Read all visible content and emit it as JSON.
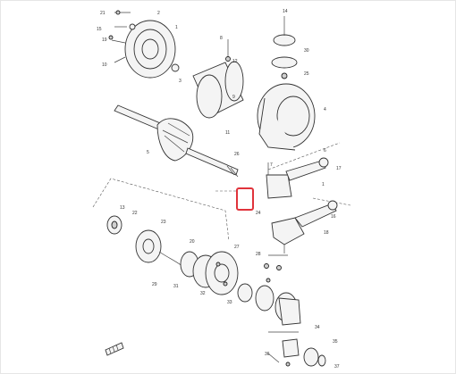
{
  "highlight": {
    "label": "",
    "color": "#e0333b"
  },
  "labels": {
    "l1": "21",
    "l2": "15",
    "l3": "19",
    "l4": "2",
    "l5": "1",
    "l6": "10",
    "l7": "3",
    "l8": "8",
    "l9": "12",
    "l10": "14",
    "l11": "30",
    "l12": "25",
    "l13": "9",
    "l14": "4",
    "l15": "11",
    "l16": "5",
    "l17": "26",
    "l18": "6",
    "l19": "7",
    "l20": "17",
    "l21": "1",
    "l22": "13",
    "l23": "22",
    "l24": "23",
    "l25": "24",
    "l26": "16",
    "l27": "18",
    "l28": "20",
    "l29": "27",
    "l30": "28",
    "l31": "29",
    "l32": "31",
    "l33": "32",
    "l34": "33",
    "l35": "34",
    "l36": "35",
    "l37": "36",
    "l38": "37"
  }
}
